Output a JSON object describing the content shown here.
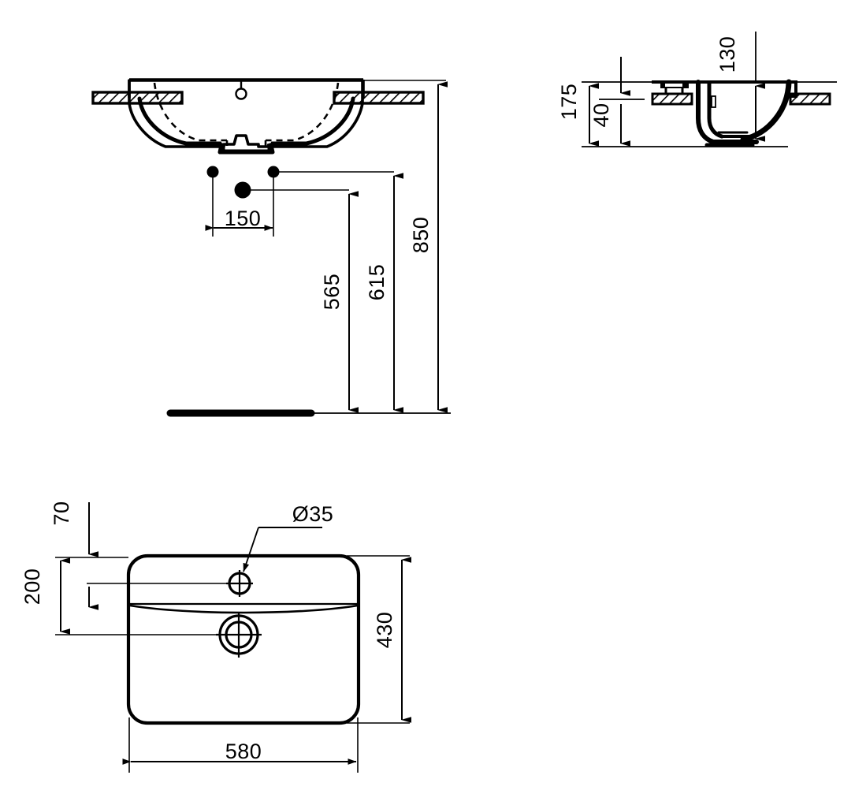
{
  "drawing": {
    "title": "Washbasin installation drawing",
    "units": "mm",
    "line_color": "#000000",
    "background_color": "#ffffff"
  },
  "views": {
    "front_elevation": {
      "name": "front-elevation-view",
      "description": "Front section of countertop washbasin with hatched counter flanges, bowl outline and dashed inner bowl"
    },
    "side_section": {
      "name": "side-section-view",
      "description": "Side cut section of washbasin showing bowl profile, overflow and waste"
    },
    "plan": {
      "name": "plan-view",
      "description": "Top plan of rectangular washbasin with tap hole and waste outlet"
    }
  },
  "dimensions": {
    "front": {
      "tap_spacing": "150",
      "waste_height": "565",
      "overflow_height": "615",
      "rim_height": "850"
    },
    "side": {
      "overall_depth": "175",
      "rim_thickness": "40",
      "bowl_depth": "130"
    },
    "plan": {
      "tap_hole_from_rear": "70",
      "waste_from_rear": "200",
      "depth": "430",
      "width": "580",
      "tap_hole_diameter": "Ø35"
    }
  },
  "labels": {
    "front": [
      {
        "id": "dim-150",
        "value": "150"
      },
      {
        "id": "dim-565",
        "value": "565"
      },
      {
        "id": "dim-615",
        "value": "615"
      },
      {
        "id": "dim-850",
        "value": "850"
      }
    ],
    "side": [
      {
        "id": "dim-175",
        "value": "175"
      },
      {
        "id": "dim-40",
        "value": "40"
      },
      {
        "id": "dim-130",
        "value": "130"
      }
    ],
    "plan": [
      {
        "id": "dim-70",
        "value": "70"
      },
      {
        "id": "dim-200",
        "value": "200"
      },
      {
        "id": "dim-430",
        "value": "430"
      },
      {
        "id": "dim-580",
        "value": "580"
      },
      {
        "id": "dim-d35",
        "value": "Ø35"
      }
    ]
  }
}
